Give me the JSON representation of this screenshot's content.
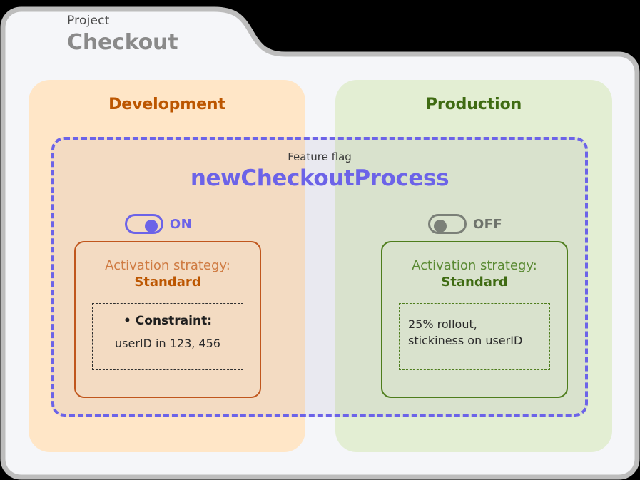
{
  "project": {
    "kicker": "Project",
    "name": "Checkout"
  },
  "feature_flag": {
    "kicker": "Feature flag",
    "name": "newCheckoutProcess"
  },
  "environments": [
    {
      "id": "development",
      "title": "Development",
      "toggle": {
        "state": "on",
        "label": "ON"
      },
      "strategy": {
        "label": "Activation strategy:",
        "value": "Standard"
      },
      "detail": {
        "kind": "constraint",
        "heading": "• Constraint:",
        "value": "userID in 123, 456"
      },
      "colors": {
        "panel_bg": "#ffe6c7",
        "title": "#bc5600",
        "card_border": "#c0561c"
      }
    },
    {
      "id": "production",
      "title": "Production",
      "toggle": {
        "state": "off",
        "label": "OFF"
      },
      "strategy": {
        "label": "Activation strategy:",
        "value": "Standard"
      },
      "detail": {
        "kind": "rollout",
        "text": "25% rollout,\nstickiness on userID"
      },
      "colors": {
        "panel_bg": "#e3eed3",
        "title": "#3f6b12",
        "card_border": "#4e7d1c"
      }
    }
  ],
  "theme": {
    "accent_purple": "#6c63e8",
    "card_bg": "#f5f6f9",
    "card_border": "#bdbdbd",
    "page_bg": "#000000"
  }
}
